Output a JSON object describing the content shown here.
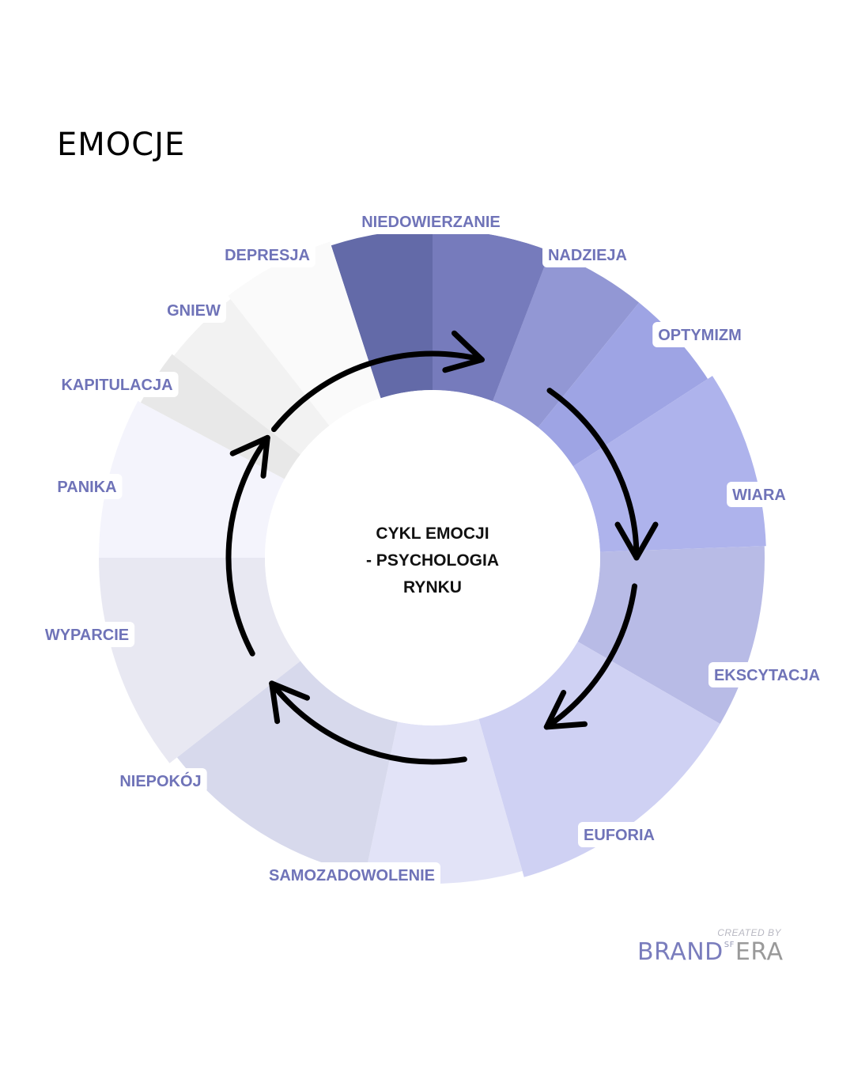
{
  "title": "EMOCJE",
  "center": {
    "lines": [
      "CYKL EMOCJI",
      "- PSYCHOLOGIA",
      "RYNKU"
    ]
  },
  "label_color": "#6f73b8",
  "segments": [
    {
      "label": "NIEDOWIERZANIE",
      "color": "#636aa8"
    },
    {
      "label": "NADZIEJA",
      "color": "#9297d4"
    },
    {
      "label": "OPTYMIZM",
      "color": "#9ea4e4"
    },
    {
      "label": "WIARA",
      "color": "#aeb3ec"
    },
    {
      "label": "EKSCYTACJA",
      "color": "#b8bbe6"
    },
    {
      "label": "EUFORIA",
      "color": "#cfd1f3"
    },
    {
      "label": "SAMOZADOWOLENIE",
      "color": "#e2e3f7"
    },
    {
      "label": "NIEPOKÓJ",
      "color": "#d7d9ec"
    },
    {
      "label": "WYPARCIE",
      "color": "#e8e8f2"
    },
    {
      "label": "PANIKA",
      "color": "#f4f4fc"
    },
    {
      "label": "KAPITULACJA",
      "color": "#e8e8e8"
    },
    {
      "label": "GNIEW",
      "color": "#f2f2f2"
    },
    {
      "label": "DEPRESJA",
      "color": "#fafafa"
    }
  ],
  "credit": {
    "created_by": "CREATED BY",
    "brand_left": "BRAND",
    "brand_sup": "SF",
    "brand_right": "ERA"
  }
}
